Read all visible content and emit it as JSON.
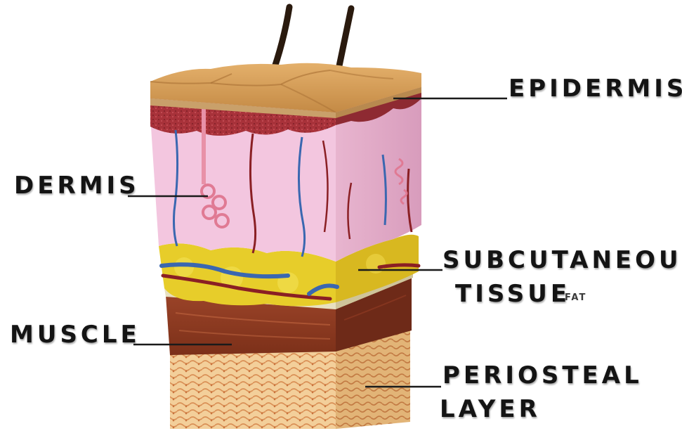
{
  "labels": {
    "epidermis": "EPIDERMIS",
    "dermis": "DERMIS",
    "subcutaneous_1": "SUBCUTANEOUS",
    "subcutaneous_2": "TISSUE",
    "fat": "FAT",
    "muscle": "MUSCLE",
    "periosteal_1": "PERIOSTEAL",
    "periosteal_2": "LAYER"
  },
  "colors": {
    "hair": "#2a1a0e",
    "epidermis_top": "#d39a55",
    "epidermis_side": "#c9a06a",
    "dermis_red": "#a8323a",
    "dermis_front": "#f3c6df",
    "dermis_side": "#e4a9c6",
    "fat_front": "#e7cd2a",
    "fat_side": "#d8b820",
    "fascia": "#e8e0c0",
    "muscle_front": "#8e3a22",
    "muscle_side": "#6e2a18",
    "bone_front": "#f3cf9a",
    "bone_side": "#e2b477",
    "vein": "#3a67b0",
    "artery": "#8a1f24",
    "leader_line": "#1a1a1a"
  }
}
